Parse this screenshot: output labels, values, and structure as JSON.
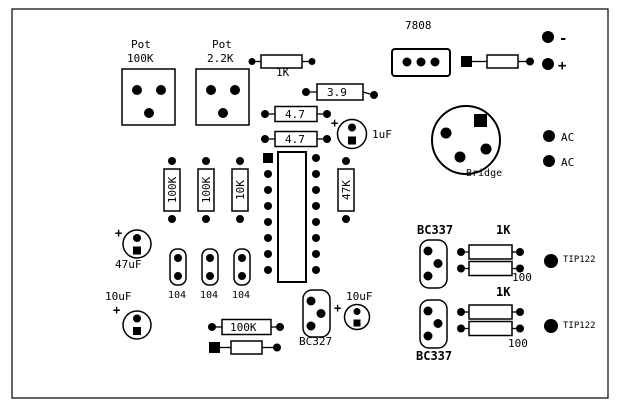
{
  "diagram": {
    "type": "pcb-component-layout",
    "background": "#ffffff",
    "ink": "#000000"
  },
  "labels": {
    "regulator": "7808",
    "minus": "-",
    "plus": "+",
    "pot1_name": "Pot",
    "pot1_value": "100K",
    "pot2_name": "Pot",
    "pot2_value": "2.2K",
    "r_1k_top": "1K",
    "r_3_9": "3.9",
    "r_4_7_a": "4.7",
    "r_4_7_b": "4.7",
    "c_1uf": "1uF",
    "bridge": "Bridge",
    "ac_top": "AC",
    "ac_bottom": "AC",
    "r_100k_v1": "100K",
    "r_100k_v2": "100K",
    "r_10k_v": "10K",
    "r_47k_v": "47K",
    "c_47uf": "47uF",
    "c104_1": "104",
    "c104_2": "104",
    "c104_3": "104",
    "c_10uf_left": "10uF",
    "r_100k_h": "100K",
    "q_bc327": "BC327",
    "c_10uf_right": "10uF",
    "q_bc337_top": "BC337",
    "r_1k_a": "1K",
    "r_100_a": "100",
    "q_tip122_a": "TIP122",
    "r_1k_b": "1K",
    "r_100_b": "100",
    "q_tip122_b": "TIP122",
    "q_bc337_bottom": "BC337"
  }
}
